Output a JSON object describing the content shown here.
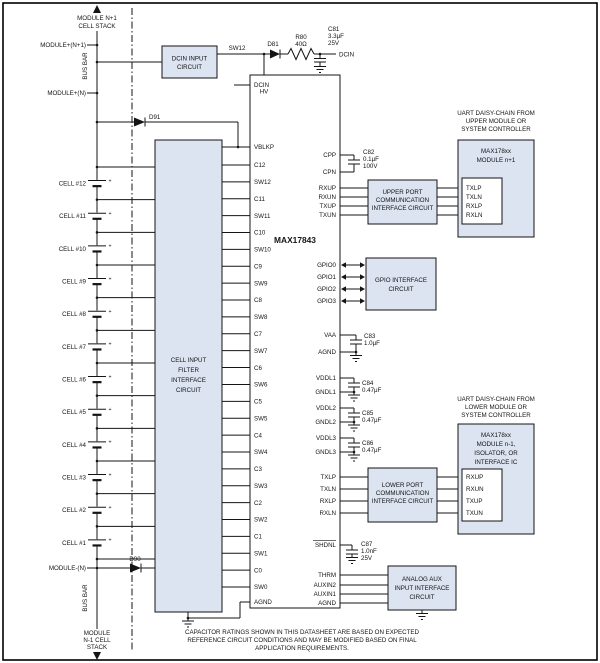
{
  "colors": {
    "block_fill": "#dbe4f0",
    "wire": "#141414",
    "background": "#ffffff"
  },
  "stack": {
    "top_label_lines": [
      "MODULE N+1",
      "CELL STACK"
    ],
    "bus_bar_top": "BUS BAR",
    "module_plus_n_plus_1": "MODULE+(N+1)",
    "module_plus_n": "MODULE+(N)",
    "module_minus_n": "MODULE-(N)",
    "cells": [
      "CELL #12",
      "CELL #11",
      "CELL #10",
      "CELL #9",
      "CELL #8",
      "CELL #7",
      "CELL #6",
      "CELL #5",
      "CELL #4",
      "CELL #3",
      "CELL #2",
      "CELL #1"
    ],
    "battery_plus": "+",
    "bus_bar_bottom": "BUS BAR",
    "bottom_label_lines": [
      "MODULE",
      "N-1 CELL",
      "STACK"
    ]
  },
  "top_circuit": {
    "dcin_block_lines": [
      "DCIN INPUT",
      "CIRCUIT"
    ],
    "sw12_net": "SW12",
    "d81": "D81",
    "r80_ref": "R80",
    "r80_val": "40Ω",
    "c81_ref": "C81",
    "c81_val": "3.3μF",
    "c81_rating": "25V",
    "dcin_net": "DCIN"
  },
  "diodes": {
    "d91": "D91",
    "d90": "D90"
  },
  "filter_block_lines": [
    "CELL INPUT",
    "FILTER",
    "INTERFACE",
    "CIRCUIT"
  ],
  "ic": {
    "name": "MAX17843",
    "top_pin": "HV",
    "left_pins": [
      "DCIN",
      "VBLKP",
      "C12",
      "SW12",
      "C11",
      "SW11",
      "C10",
      "SW10",
      "C9",
      "SW9",
      "C8",
      "SW8",
      "C7",
      "SW7",
      "C6",
      "SW6",
      "C5",
      "SW5",
      "C4",
      "SW4",
      "C3",
      "SW3",
      "C2",
      "SW2",
      "C1",
      "SW1",
      "C0",
      "SW0",
      "AGND"
    ],
    "right_pins": [
      "CPP",
      "CPN",
      "RXUP",
      "RXUN",
      "TXUP",
      "TXUN",
      "GPIO0",
      "GPIO1",
      "GPIO2",
      "GPIO3",
      "VAA",
      "AGND",
      "VDDL1",
      "GNDL1",
      "VDDL2",
      "GNDL2",
      "VDDL3",
      "GNDL3",
      "TXLP",
      "TXLN",
      "RXLP",
      "RXLN",
      "SHDNL",
      "THRM",
      "AUXIN2",
      "AUXIN1",
      "AGND"
    ]
  },
  "right_side": {
    "c82": {
      "ref": "C82",
      "val": "0.1μF",
      "rating": "100V"
    },
    "c83": {
      "ref": "C83",
      "val": "1.0μF"
    },
    "c84": {
      "ref": "C84",
      "val": "0.47μF"
    },
    "c85": {
      "ref": "C85",
      "val": "0.47μF"
    },
    "c86": {
      "ref": "C86",
      "val": "0.47μF"
    },
    "c87": {
      "ref": "C87",
      "val": "1.0nF",
      "rating": "25V"
    },
    "upper_port_lines": [
      "UPPER PORT",
      "COMMUNICATION",
      "INTERFACE CIRCUIT"
    ],
    "gpio_lines": [
      "GPIO INTERFACE",
      "CIRCUIT"
    ],
    "lower_port_lines": [
      "LOWER PORT",
      "COMMUNICATION",
      "INTERFACE CIRCUIT"
    ],
    "analog_aux_lines": [
      "ANALOG AUX",
      "INPUT INTERFACE",
      "CIRCUIT"
    ]
  },
  "upper_daisy": {
    "note_lines": [
      "UART DAISY-CHAIN FROM",
      "UPPER MODULE OR",
      "SYSTEM CONTROLLER"
    ],
    "module_title_lines": [
      "MAX178xx",
      "MODULE n+1"
    ],
    "pins": [
      "TXLP",
      "TXLN",
      "RXLP",
      "RXLN"
    ]
  },
  "lower_daisy": {
    "note_lines": [
      "UART DAISY-CHAIN FROM",
      "LOWER MODULE OR",
      "SYSTEM CONTROLLER"
    ],
    "module_title_lines": [
      "MAX178xx",
      "MODULE n-1,",
      "ISOLATOR, OR",
      "INTERFACE IC"
    ],
    "pins": [
      "RXUP",
      "RXUN",
      "TXUP",
      "TXUN"
    ]
  },
  "footnote_lines": [
    "CAPACITOR RATINGS SHOWN IN THIS DATASHEET ARE BASED ON EXPECTED",
    "REFERENCE CIRCUIT CONDITIONS AND MAY BE MODIFIED BASED ON FINAL",
    "APPLICATION REQUIREMENTS."
  ]
}
